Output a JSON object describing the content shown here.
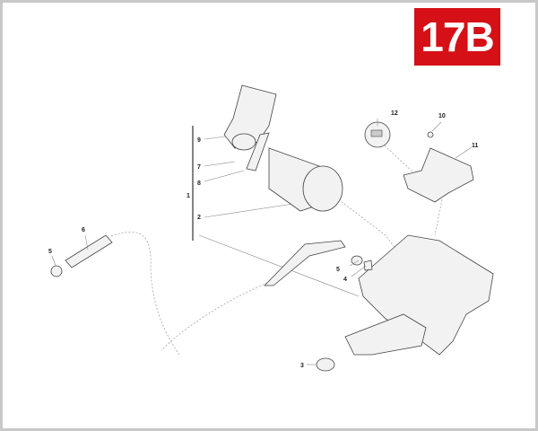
{
  "badge": {
    "text": "17B",
    "color": "#d51016"
  },
  "labels": {
    "l1": "1",
    "l2": "2",
    "l3": "3",
    "l4a": "4",
    "l5a": "5",
    "l5b": "5",
    "l6": "6",
    "l7": "7",
    "l8": "8",
    "l9": "9",
    "l10": "10",
    "l11": "11",
    "l12": "12"
  }
}
